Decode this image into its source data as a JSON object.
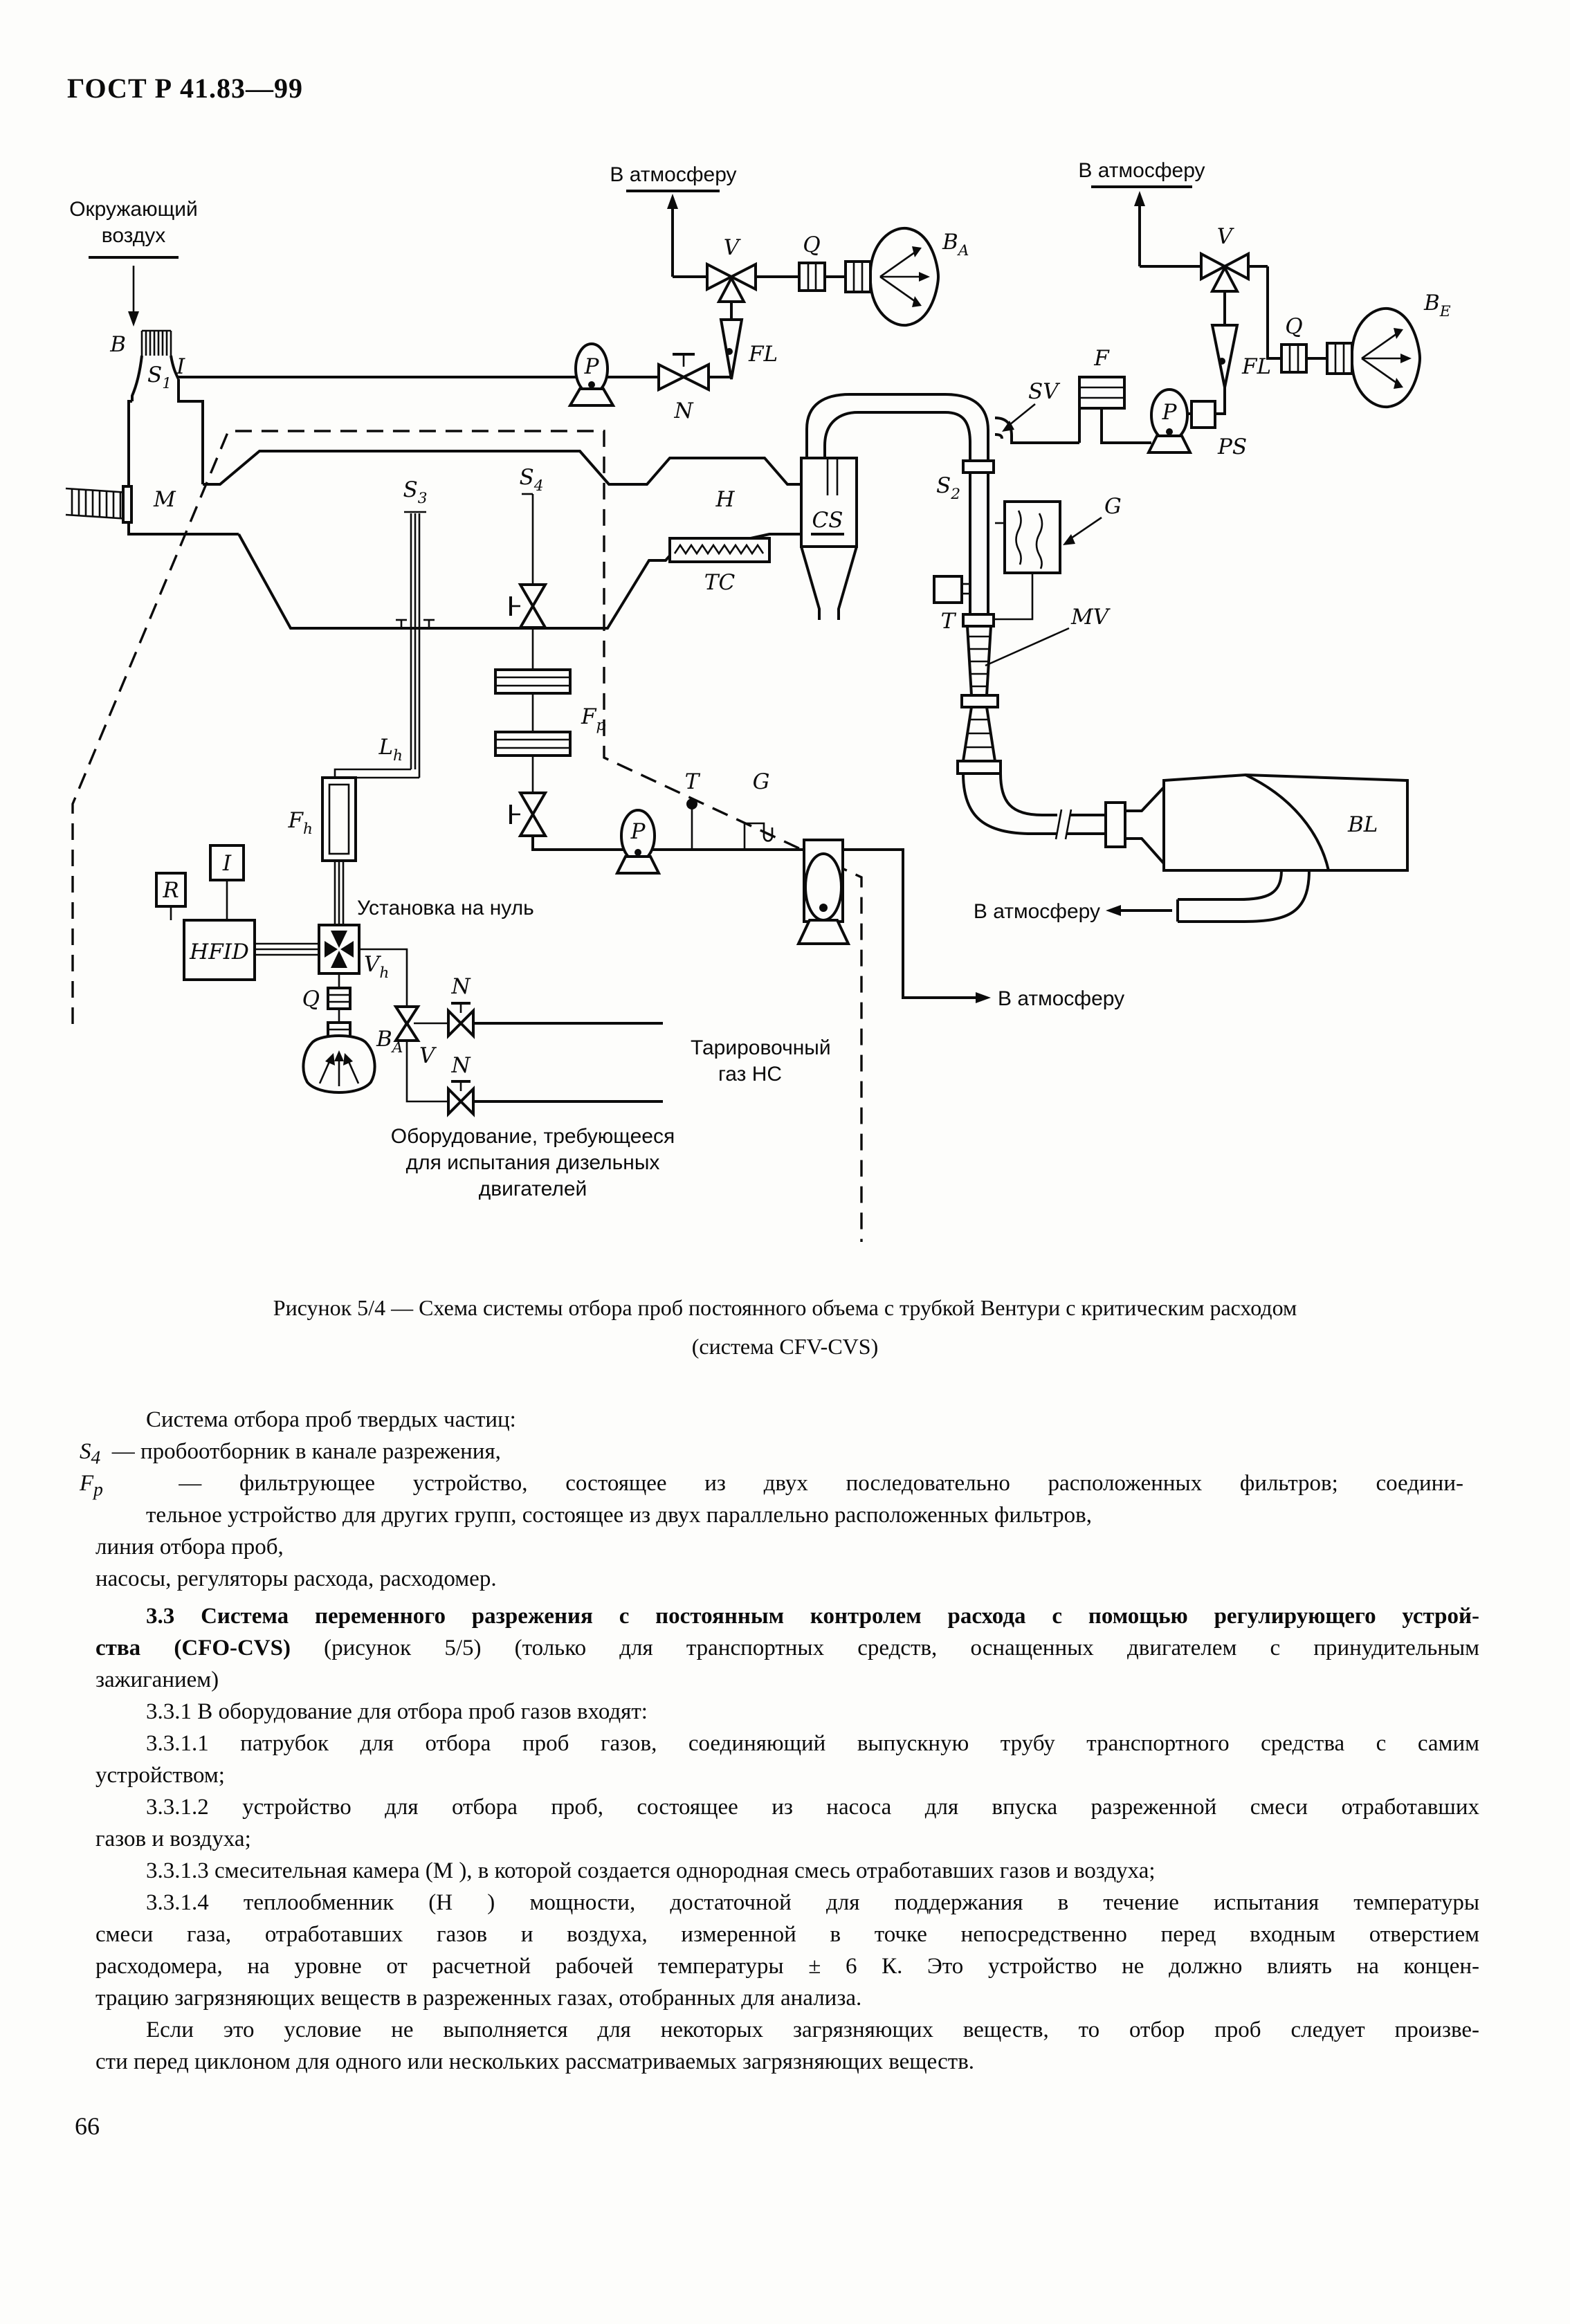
{
  "page": {
    "standard": "ГОСТ Р 41.83—99",
    "number": "66"
  },
  "figure": {
    "caption_line1": "Рисунок 5/4 — Схема системы отбора проб постоянного объема с трубкой Вентури с критическим расходом",
    "caption_line2": "(система CFV-CVS)"
  },
  "diagram": {
    "ambient_line1": "Окружающий",
    "ambient_line2": "воздух",
    "to_atmosphere": "В атмосферу",
    "zero_set": "Установка на нуль",
    "calib_line1": "Тарировочный",
    "calib_line2": "газ НС",
    "diesel_line1": "Оборудование, требующееся",
    "diesel_line2": "для испытания дизельных",
    "diesel_line3": "двигателей",
    "labels": {
      "B": "B",
      "S1": "S_1",
      "I": "I",
      "M": "M",
      "S3": "S_3",
      "S4": "S_4",
      "Lh": "L_h",
      "Fh": "F_h",
      "Fp": "F_p",
      "V": "V",
      "N": "N",
      "Q": "Q",
      "P": "P",
      "FL": "FL",
      "T": "T",
      "G": "G",
      "CS": "CS",
      "H": "H",
      "TC": "TC",
      "SV": "SV",
      "S2": "S_2",
      "MV": "MV",
      "BL": "BL",
      "Vh": "V_h",
      "BA": "B_A",
      "BE": "B_E",
      "F": "F",
      "PS": "PS",
      "R": "R",
      "I2": "I",
      "HFID": "HFID"
    }
  },
  "body": {
    "lines": [
      {
        "text": "Система отбора проб твердых частиц:"
      },
      {
        "sym": "S_4",
        "text": "— пробоотборник в канале разрежения,"
      },
      {
        "sym": "F_p",
        "text": "— фильтрующее устройство, состоящее из двух последовательно  расположенных  фильтров;  соедини-"
      },
      {
        "text": "тельное устройство для других групп, состоящее из двух параллельно расположенных фильтров,"
      },
      {
        "text": "линия отбора проб,"
      },
      {
        "text": "насосы, регуляторы расхода, расходомер."
      },
      {
        "text": "3.3 Система переменного разрежения с постоянным контролем расхода с помощью регулирующего устрой-"
      },
      {
        "bold": "ства (CFO-CVS)",
        "text": " (рисунок 5/5) (только для транспортных средств, оснащенных двигателем с принудительным"
      },
      {
        "text": "зажиганием)"
      },
      {
        "text": "3.3.1 В оборудование для отбора проб газов входят:"
      },
      {
        "text": "3.3.1.1 патрубок для отбора проб газов, соединяющий выпускную трубу транспортного средства с самим"
      },
      {
        "text": "устройством;"
      },
      {
        "text": "3.3.1.2 устройство для отбора проб, состоящее из насоса для впуска разреженной смеси отработавших"
      },
      {
        "text": "газов и воздуха;"
      },
      {
        "text": "3.3.1.3 смесительная камера (М ), в которой создается однородная смесь отработавших газов и воздуха;"
      },
      {
        "text": "3.3.1.4 теплообменник (Н ) мощности, достаточной для поддержания в течение испытания температуры"
      },
      {
        "text": "смеси газа, отработавших газов и воздуха, измеренной в точке непосредственно перед входным отверстием"
      },
      {
        "text": "расходомера, на уровне от расчетной рабочей температуры ± 6 К. Это устройство не должно влиять на концен-"
      },
      {
        "text": "трацию загрязняющих веществ в разреженных газах, отобранных для анализа."
      },
      {
        "text": "Если это  условие не выполняется для некоторых загрязняющих веществ, то отбор проб следует произве-"
      },
      {
        "text": "сти перед циклоном для одного или нескольких рассматриваемых загрязняющих веществ."
      }
    ]
  }
}
